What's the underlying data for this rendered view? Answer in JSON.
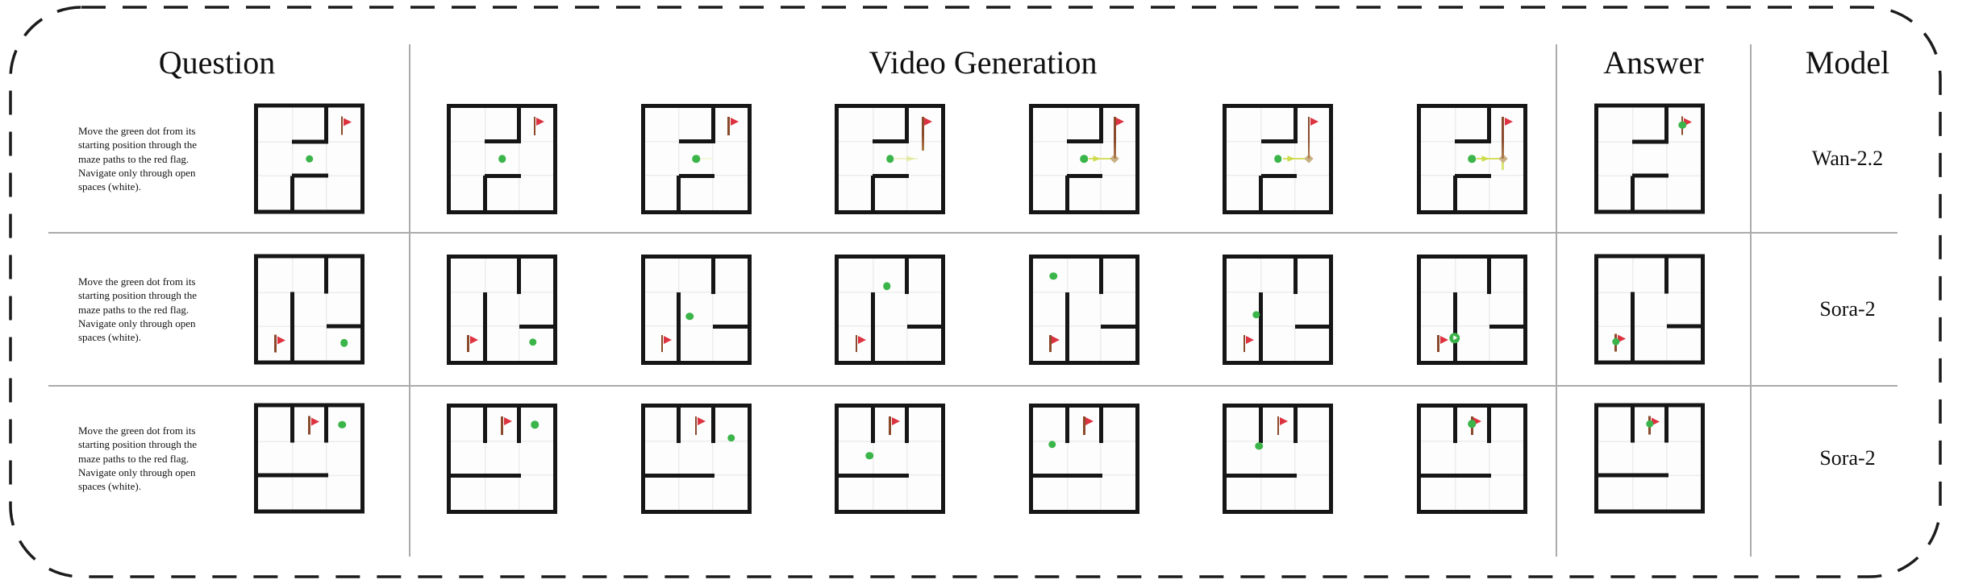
{
  "headers": {
    "question": "Question",
    "video": "Video Generation",
    "answer": "Answer",
    "model": "Model"
  },
  "colors": {
    "wall": "#161616",
    "divider": "#ababab",
    "dot_green": "#3bb54a",
    "flag_red": "#dd3340",
    "pole_brown": "#8a4a2c",
    "pole_faded": "#b08050",
    "path_yellow": "#ccd944",
    "junction_tan": "#c8b182",
    "trail_faint": "#b9d8b0"
  },
  "maze_walls": {
    "A": [
      [
        0.667,
        0,
        0.333,
        "v"
      ],
      [
        0.333,
        0.333,
        0.334,
        "h"
      ],
      [
        0.333,
        0.667,
        0.334,
        "h"
      ],
      [
        0.333,
        0.667,
        0.333,
        "v"
      ]
    ],
    "B": [
      [
        0.667,
        0,
        0.333,
        "v"
      ],
      [
        0.333,
        0.333,
        0.667,
        "v"
      ],
      [
        0.667,
        0.667,
        0.333,
        "h"
      ]
    ],
    "C": [
      [
        0.333,
        0,
        0.333,
        "v"
      ],
      [
        0.667,
        0,
        0.333,
        "v"
      ],
      [
        0,
        0.667,
        0.667,
        "h"
      ]
    ]
  },
  "rows": [
    {
      "question": {
        "text": "Move the green dot from its starting position through the maze paths to the red flag. Navigate only through open spaces (white).",
        "maze": {
          "walls": "A",
          "dot": [
            0.5,
            0.5
          ],
          "flag": [
            0.82,
            0.09
          ],
          "pole_len": 0.18
        }
      },
      "frames": [
        {
          "walls": "A",
          "dot": [
            0.5,
            0.5
          ],
          "flag": [
            0.82,
            0.09
          ],
          "pole_len": 0.18
        },
        {
          "walls": "A",
          "dot": [
            0.5,
            0.5
          ],
          "flag": [
            0.82,
            0.09
          ],
          "pole_len": 0.18,
          "trail": {
            "x1": 0.54,
            "x2": 0.66,
            "y": 0.5,
            "op": 0.18
          }
        },
        {
          "walls": "A",
          "dot": [
            0.5,
            0.5
          ],
          "flag": [
            0.82,
            0.09
          ],
          "pole_len": 0.33,
          "pole_fade": true,
          "trail": {
            "x1": 0.54,
            "x2": 0.77,
            "y": 0.5,
            "op": 0.3
          },
          "arrow": {
            "x": 0.7,
            "y": 0.5,
            "op": 0.35
          }
        },
        {
          "walls": "A",
          "dot": [
            0.5,
            0.5
          ],
          "flag": [
            0.8,
            0.09
          ],
          "pole_len": 0.41,
          "pole_fade": true,
          "trail": {
            "x1": 0.545,
            "x2": 0.8,
            "y": 0.5,
            "op": 0.85
          },
          "arrow": {
            "x": 0.62,
            "y": 0.5,
            "op": 0.9
          },
          "diamond": {
            "x": 0.8,
            "y": 0.5
          }
        },
        {
          "walls": "A",
          "dot": [
            0.5,
            0.5
          ],
          "flag": [
            0.8,
            0.09
          ],
          "pole_len": 0.41,
          "pole_fade": true,
          "trail": {
            "x1": 0.545,
            "x2": 0.8,
            "y": 0.5,
            "op": 0.85
          },
          "arrow": {
            "x": 0.63,
            "y": 0.5,
            "op": 0.9
          },
          "diamond": {
            "x": 0.8,
            "y": 0.5
          }
        },
        {
          "walls": "A",
          "dot": [
            0.5,
            0.5
          ],
          "flag": [
            0.8,
            0.09
          ],
          "pole_len": 0.41,
          "pole_fade": true,
          "trail": {
            "x1": 0.545,
            "x2": 0.8,
            "y": 0.5,
            "op": 0.85
          },
          "arrow": {
            "x": 0.63,
            "y": 0.5,
            "op": 0.9
          },
          "diamond": {
            "x": 0.8,
            "y": 0.5
          },
          "vstub": {
            "x": 0.8,
            "y1": 0.5,
            "y2": 0.61,
            "op": 0.75
          }
        }
      ],
      "answer": {
        "maze": {
          "walls": "A",
          "dot": [
            0.82,
            0.17
          ],
          "flag": [
            0.82,
            0.09
          ],
          "pole_len": 0.18
        }
      },
      "model": "Wan-2.2"
    },
    {
      "question": {
        "text": "Move the green dot from its starting position through the maze paths to the red flag. Navigate only through open spaces (white).",
        "maze": {
          "walls": "B",
          "dot": [
            0.84,
            0.83
          ],
          "flag": [
            0.17,
            0.75
          ],
          "pole_len": 0.17
        }
      },
      "frames": [
        {
          "walls": "B",
          "dot": [
            0.8,
            0.82
          ],
          "flag": [
            0.17,
            0.75
          ],
          "pole_len": 0.17
        },
        {
          "walls": "B",
          "dot": [
            0.44,
            0.57
          ],
          "flag": [
            0.17,
            0.75
          ],
          "pole_len": 0.17
        },
        {
          "walls": "B",
          "dot": [
            0.47,
            0.275
          ],
          "flag": [
            0.17,
            0.75
          ],
          "pole_len": 0.17
        },
        {
          "walls": "B",
          "dot": [
            0.2,
            0.175
          ],
          "flag": [
            0.17,
            0.75
          ],
          "pole_len": 0.17
        },
        {
          "walls": "B",
          "dot": [
            0.285,
            0.555
          ],
          "flag": [
            0.17,
            0.75
          ],
          "pole_len": 0.17
        },
        {
          "walls": "B",
          "dot": [
            0.33,
            0.78
          ],
          "dot_big": true,
          "flag": [
            0.17,
            0.75
          ],
          "pole_len": 0.17
        }
      ],
      "answer": {
        "maze": {
          "walls": "B",
          "dot": [
            0.17,
            0.815
          ],
          "flag": [
            0.17,
            0.74
          ],
          "pole_len": 0.17
        }
      },
      "model": "Sora-2"
    },
    {
      "question": {
        "text": "Move the green dot from its starting position through the maze paths to the red flag. Navigate only through open spaces (white).",
        "maze": {
          "walls": "C",
          "dot": [
            0.82,
            0.17
          ],
          "flag": [
            0.5,
            0.09
          ],
          "pole_len": 0.18
        }
      },
      "frames": [
        {
          "walls": "C",
          "dot": [
            0.82,
            0.17
          ],
          "flag": [
            0.5,
            0.09
          ],
          "pole_len": 0.18
        },
        {
          "walls": "C",
          "dot": [
            0.845,
            0.3
          ],
          "flag": [
            0.5,
            0.09
          ],
          "pole_len": 0.18
        },
        {
          "walls": "C",
          "dot": [
            0.3,
            0.475
          ],
          "flag": [
            0.5,
            0.09
          ],
          "pole_len": 0.18
        },
        {
          "walls": "C",
          "dot": [
            0.19,
            0.365
          ],
          "flag": [
            0.5,
            0.09
          ],
          "pole_len": 0.18
        },
        {
          "walls": "C",
          "dot": [
            0.315,
            0.38
          ],
          "flag": [
            0.5,
            0.09
          ],
          "pole_len": 0.18
        },
        {
          "walls": "C",
          "dot": [
            0.5,
            0.165
          ],
          "flag": [
            0.5,
            0.09
          ],
          "pole_len": 0.18
        }
      ],
      "answer": {
        "maze": {
          "walls": "C",
          "dot": [
            0.5,
            0.165
          ],
          "flag": [
            0.5,
            0.09
          ],
          "pole_len": 0.18
        }
      },
      "model": "Sora-2"
    }
  ]
}
